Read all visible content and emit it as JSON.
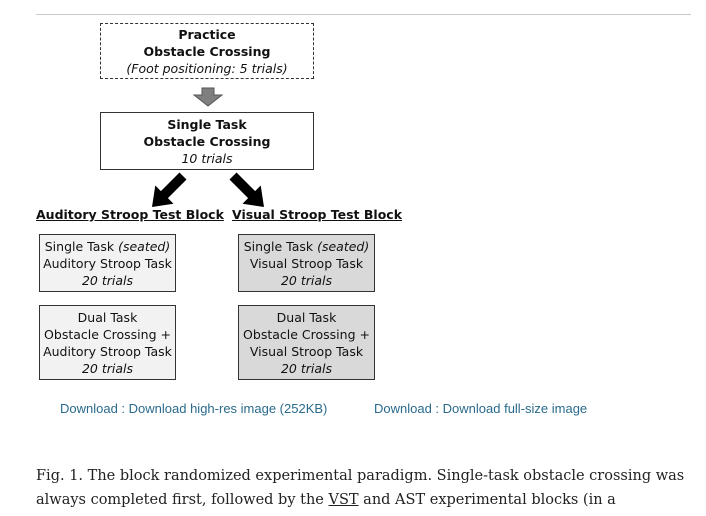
{
  "diagram": {
    "practice": {
      "line1": "Practice",
      "line2": "Obstacle Crossing",
      "line3": "(Foot positioning: 5 trials)"
    },
    "single_task": {
      "line1": "Single Task",
      "line2": "Obstacle Crossing",
      "line3": "10 trials"
    },
    "auditory_block": {
      "heading": "Auditory Stroop Test Block",
      "single": {
        "line1_prefix": "Single Task ",
        "line1_italic": "(seated)",
        "line2": "Auditory Stroop Task",
        "line3": "20 trials"
      },
      "dual": {
        "line1": "Dual Task",
        "line2": "Obstacle Crossing +",
        "line3": "Auditory Stroop Task",
        "line4": "20 trials"
      }
    },
    "visual_block": {
      "heading": "Visual Stroop Test Block",
      "single": {
        "line1_prefix": "Single Task ",
        "line1_italic": "(seated)",
        "line2": "Visual Stroop Task",
        "line3": "20 trials"
      },
      "dual": {
        "line1": "Dual Task",
        "line2": "Obstacle Crossing +",
        "line3": "Visual Stroop Task",
        "line4": "20 trials"
      }
    },
    "colors": {
      "auditory_fill": "#f2f2f2",
      "visual_fill": "#d9d9d9",
      "arrow_grey": "#7f7f7f",
      "arrow_black": "#000000"
    }
  },
  "links": {
    "highres": "Download : Download high-res image (252KB)",
    "fullsize": "Download : Download full-size image",
    "color": "#2a6a8c"
  },
  "caption": {
    "part1": "Fig. 1. The block randomized experimental paradigm. Single-task obstacle crossing was always completed first, followed by the ",
    "vst": "VST",
    "part2": " and AST experimental blocks (in a randomized order)."
  }
}
